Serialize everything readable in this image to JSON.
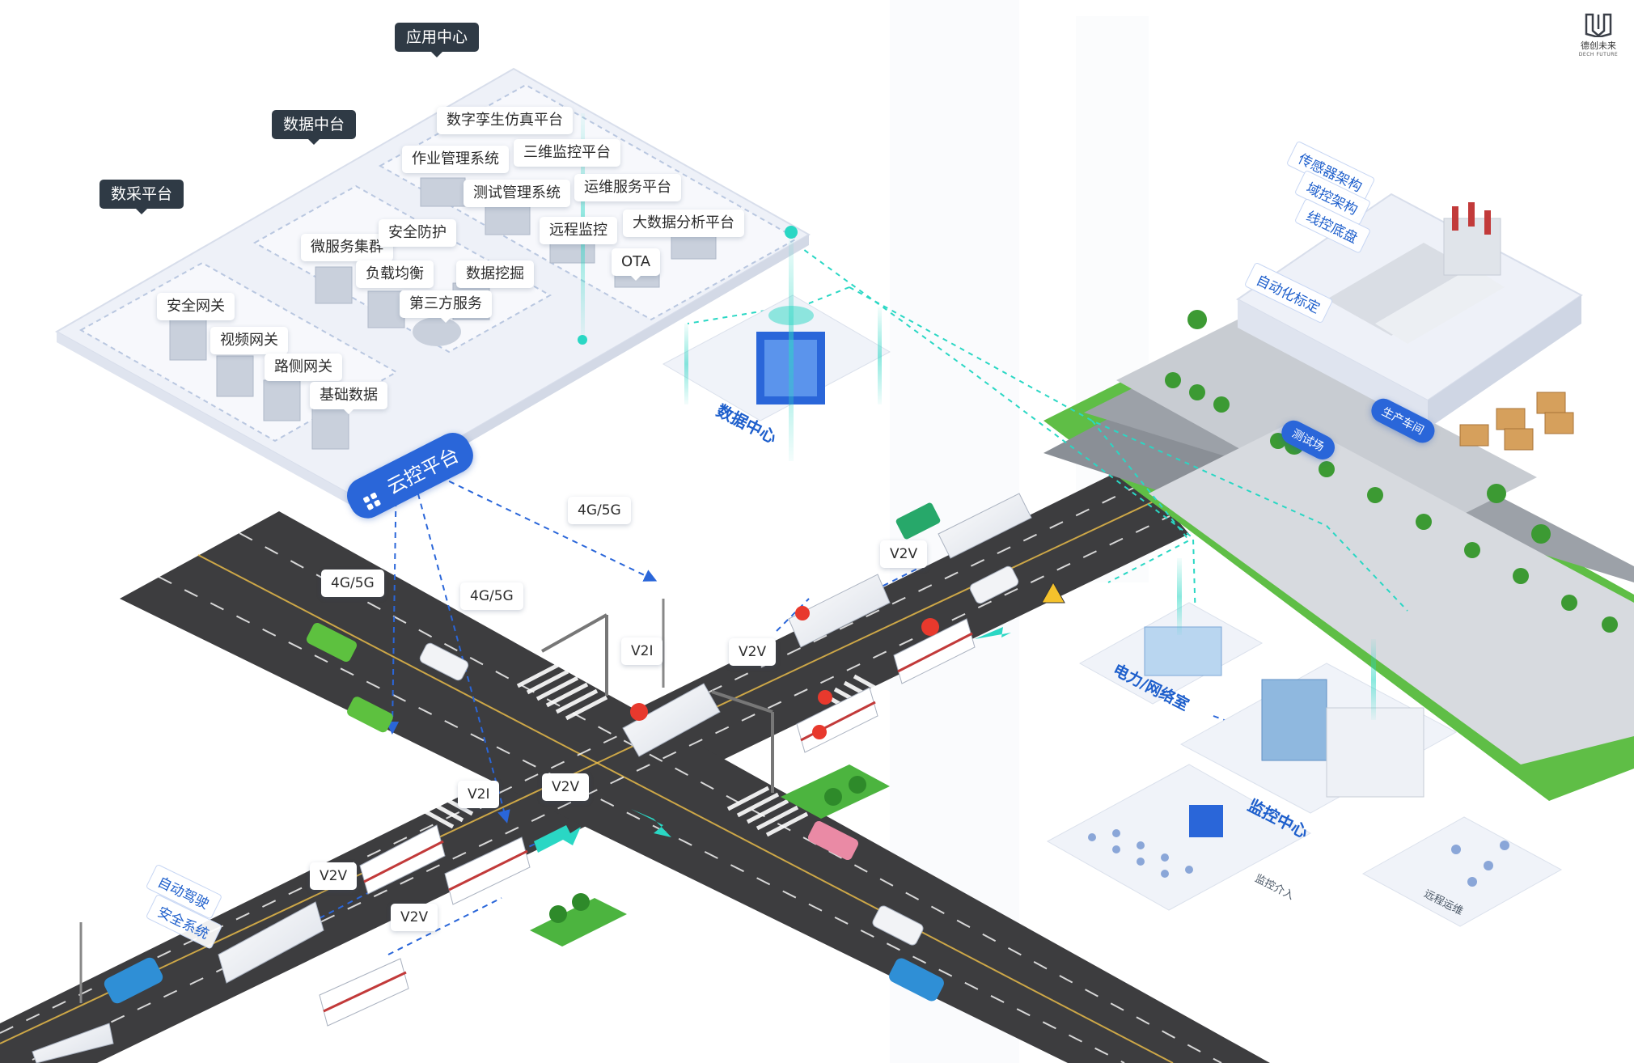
{
  "logo": {
    "name_cn": "德创未来",
    "name_en": "DECH FUTURE"
  },
  "cloud_platform": {
    "title": "云控平台",
    "group_labels": {
      "application_center": "应用中心",
      "data_middle_platform": "数据中台",
      "data_collection_platform": "数采平台"
    },
    "application_items": [
      "数字孪生仿真平台",
      "作业管理系统",
      "三维监控平台",
      "测试管理系统",
      "运维服务平台",
      "远程监控",
      "大数据分析平台",
      "OTA"
    ],
    "data_middle_items": [
      "微服务集群",
      "安全防护",
      "负载均衡",
      "数据挖掘",
      "第三方服务"
    ],
    "data_collection_items": [
      "安全网关",
      "视频网关",
      "路侧网关",
      "基础数据"
    ]
  },
  "data_center": {
    "label": "数据中心"
  },
  "factory": {
    "tags": [
      "传感器架构",
      "域控架构",
      "线控底盘",
      "自动化标定"
    ],
    "workshop_label": "生产车间",
    "test_field_label": "测试场"
  },
  "power_room": {
    "label": "电力/网络室"
  },
  "monitoring": {
    "center_label": "监控中心",
    "intervention_label": "监控介入",
    "remote_ops_label": "远程运维"
  },
  "vehicle_tags": [
    "自动驾驶",
    "安全系统"
  ],
  "comm_labels": {
    "net": "4G/5G",
    "v2v": "V2V",
    "v2i": "V2I"
  },
  "colors": {
    "road": "#3d3d3f",
    "grass": "#4cb43f",
    "teal": "#2ad7c4",
    "brand_blue": "#2a66d9",
    "platform": "#eef1f8",
    "label_dark": "#2f3a45"
  }
}
